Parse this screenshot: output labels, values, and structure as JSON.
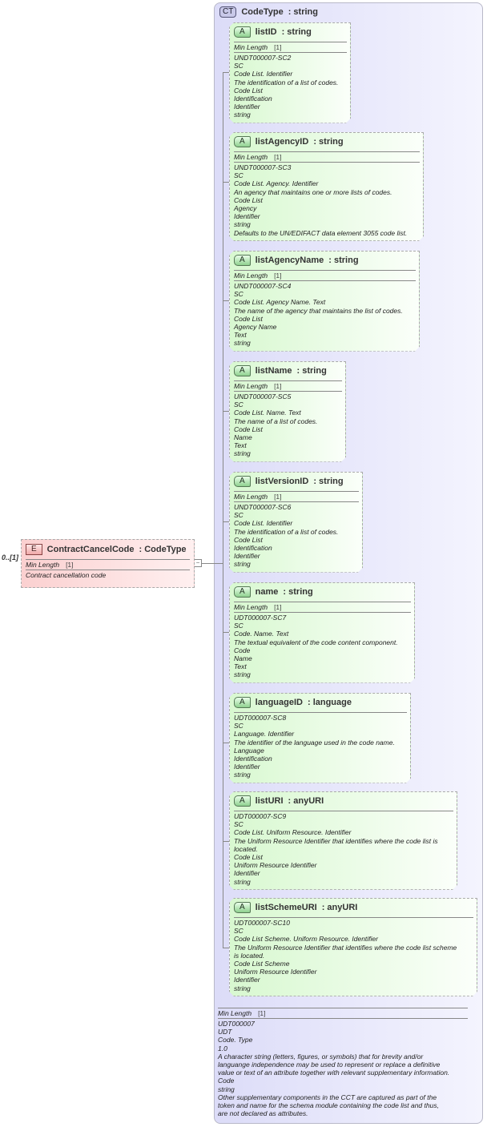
{
  "occurrence": "0..[1]",
  "element": {
    "badge": "E",
    "name": "ContractCancelCode",
    "type": ": CodeType",
    "facet_label": "Min Length",
    "facet_value": "[1]",
    "doc": "Contract cancellation code"
  },
  "complex_type": {
    "badge": "CT",
    "name": "CodeType",
    "type": ": string",
    "facet_label": "Min Length",
    "facet_value": "[1]",
    "doc": [
      "UDT000007",
      "UDT",
      "Code. Type",
      "1.0",
      "A character string (letters, figures, or symbols) that for brevity and/or",
      "languange independence may be used to represent or replace a definitive",
      "value or text of an attribute together with relevant supplementary information.",
      "Code",
      "string",
      "Other supplementary components in the CCT are captured as part of the",
      "token and name for the schema module containing the code list and thus,",
      "are not declared as attributes."
    ]
  },
  "attributes": [
    {
      "name": "listID",
      "type": ": string",
      "min": "[1]",
      "doc": [
        "UNDT000007-SC2",
        "SC",
        "Code List. Identifier",
        "The identification of a list of codes.",
        "Code List",
        "Identification",
        "Identifier",
        "string"
      ]
    },
    {
      "name": "listAgencyID",
      "type": ": string",
      "min": "[1]",
      "doc": [
        "UNDT000007-SC3",
        "SC",
        "Code List. Agency. Identifier",
        "An agency that maintains one or more lists of codes.",
        "Code List",
        "Agency",
        "Identifier",
        "string",
        "Defaults to the UN/EDIFACT data element 3055 code list."
      ]
    },
    {
      "name": "listAgencyName",
      "type": ": string",
      "min": "[1]",
      "doc": [
        "UNDT000007-SC4",
        "SC",
        "Code List. Agency Name. Text",
        "The name of the agency that maintains the list of codes.",
        "Code List",
        "Agency Name",
        "Text",
        "string"
      ]
    },
    {
      "name": "listName",
      "type": ": string",
      "min": "[1]",
      "doc": [
        "UNDT000007-SC5",
        "SC",
        "Code List. Name. Text",
        "The name of a list of codes.",
        "Code List",
        "Name",
        "Text",
        "string"
      ]
    },
    {
      "name": "listVersionID",
      "type": ": string",
      "min": "[1]",
      "doc": [
        "UNDT000007-SC6",
        "SC",
        "Code List. Identifier",
        "The identification of a list of codes.",
        "Code List",
        "Identification",
        "Identifier",
        "string"
      ]
    },
    {
      "name": "name",
      "type": ": string",
      "min": "[1]",
      "doc": [
        "UDT000007-SC7",
        "SC",
        "Code. Name. Text",
        "The textual equivalent of the code content component.",
        "Code",
        "Name",
        "Text",
        "string"
      ]
    },
    {
      "name": "languageID",
      "type": ": language",
      "doc": [
        "UDT000007-SC8",
        "SC",
        "Language. Identifier",
        "The identifier of the language used in the code name.",
        "Language",
        "Identification",
        "Identifier",
        "string"
      ]
    },
    {
      "name": "listURI",
      "type": ": anyURI",
      "doc": [
        "UDT000007-SC9",
        "SC",
        "Code List. Uniform Resource. Identifier",
        "The Uniform Resource Identifier that identifies where the code list is",
        "located.",
        "Code List",
        "Uniform Resource Identifier",
        "Identifier",
        "string"
      ]
    },
    {
      "name": "listSchemeURI",
      "type": ": anyURI",
      "doc": [
        "UDT000007-SC10",
        "SC",
        "Code List Scheme. Uniform Resource. Identifier",
        "The Uniform Resource Identifier that identifies where the code list scheme",
        "is located.",
        "Code List Scheme",
        "Uniform Resource Identifier",
        "Identifier",
        "string"
      ]
    }
  ],
  "min_label": "Min Length"
}
